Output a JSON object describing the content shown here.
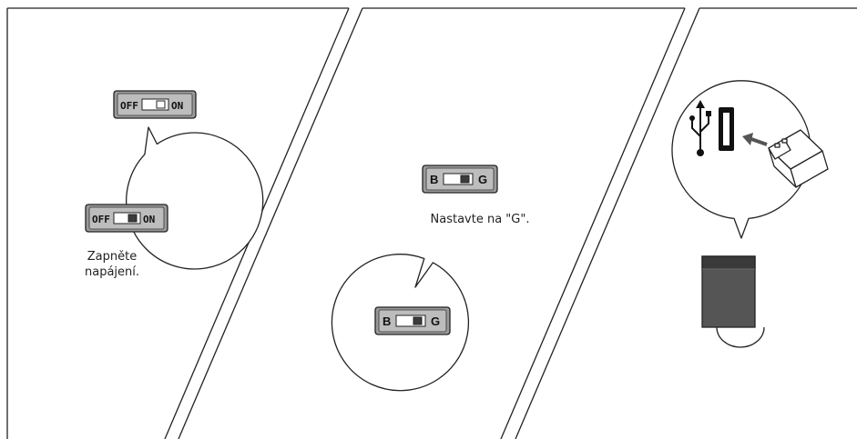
{
  "panel1": {
    "switch_off_label": "OFF",
    "switch_on_label": "ON",
    "caption_line1": "Zapněte",
    "caption_line2": "napájení."
  },
  "panel2": {
    "switch_left_label": "B",
    "switch_right_label": "G",
    "caption": "Nastavte na \"G\"."
  },
  "panel3": {
    "icons": [
      "usb-icon",
      "usb-port-icon",
      "arrow-left-icon",
      "usb-receiver-icon",
      "usb-receiver-plug-icon"
    ]
  },
  "colors": {
    "switch_body": "#9a9a9a",
    "switch_dark": "#3c3c3c",
    "line": "#222222",
    "receiver_body": "#555555"
  }
}
